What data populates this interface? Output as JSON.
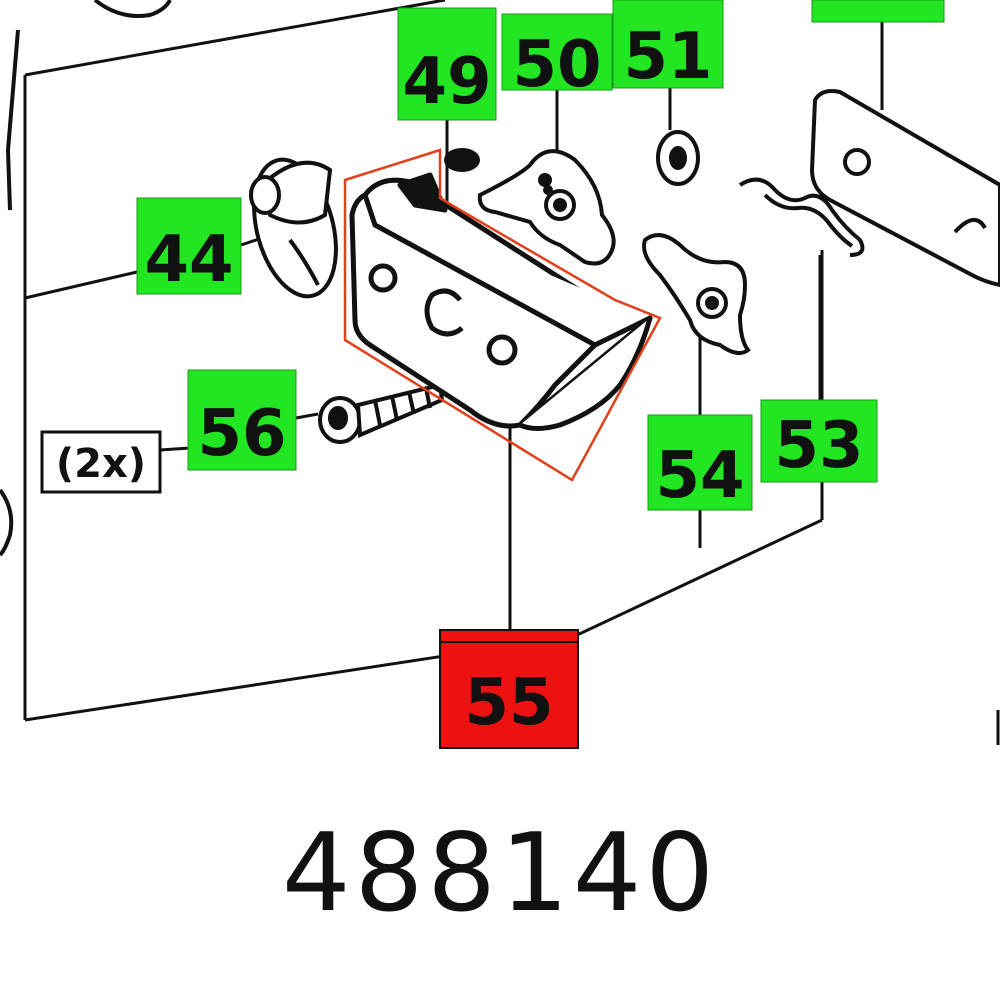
{
  "colors": {
    "label_green": "#22e622",
    "label_red": "#ee1111",
    "highlight_outline": "#e0401a",
    "line": "#111111"
  },
  "callouts": [
    {
      "id": "44",
      "text": "44",
      "color": "green"
    },
    {
      "id": "49",
      "text": "49",
      "color": "green"
    },
    {
      "id": "50",
      "text": "50",
      "color": "green"
    },
    {
      "id": "51",
      "text": "51",
      "color": "green"
    },
    {
      "id": "53",
      "text": "53",
      "color": "green"
    },
    {
      "id": "54",
      "text": "54",
      "color": "green"
    },
    {
      "id": "55",
      "text": "55",
      "color": "red"
    },
    {
      "id": "56",
      "text": "56",
      "color": "green"
    }
  ],
  "quantity_label": "(2x)",
  "part_number": "488140"
}
